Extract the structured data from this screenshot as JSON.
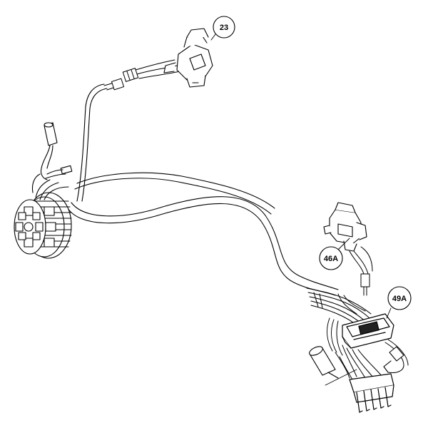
{
  "diagram": {
    "callouts": [
      {
        "id": "23",
        "label": "23"
      },
      {
        "id": "46A",
        "label": "46A"
      },
      {
        "id": "49A",
        "label": "49A"
      }
    ],
    "colors": {
      "line": "#000000",
      "background": "#ffffff",
      "connector_fill": "#ffffff",
      "dark_detail": "#222222"
    }
  }
}
